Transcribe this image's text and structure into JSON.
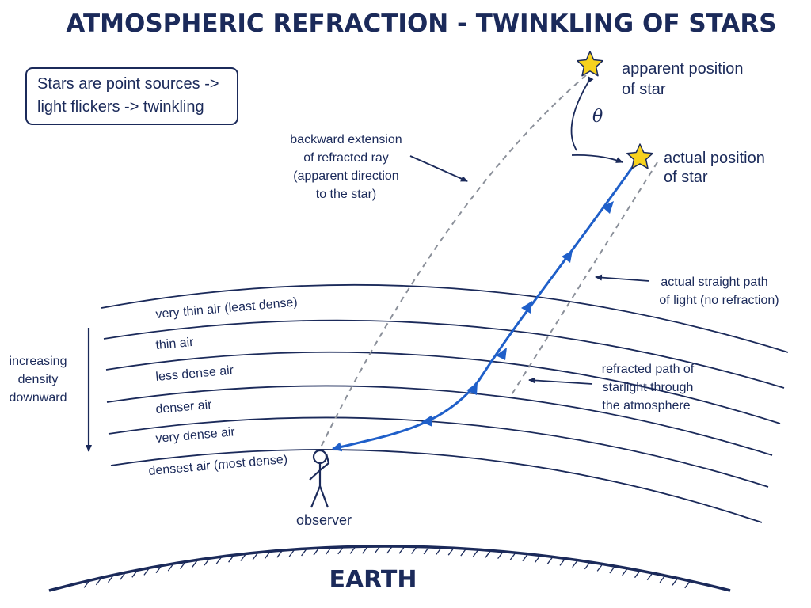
{
  "title": "ATMOSPHERIC REFRACTION - TWINKLING OF STARS",
  "note": {
    "line1": "Stars are point sources ->",
    "line2": "light flickers -> twinkling"
  },
  "stars": {
    "apparent": {
      "line1": "apparent position",
      "line2": "of star",
      "icon": "star-icon",
      "color": "#f7d21e"
    },
    "actual": {
      "line1": "actual position",
      "line2": "of star",
      "icon": "star-icon",
      "color": "#f7d21e"
    },
    "angle_symbol": "θ"
  },
  "annotations": {
    "backward_extension": [
      "backward extension",
      "of refracted ray",
      "(apparent direction",
      "to the star)"
    ],
    "straight_path": [
      "actual straight path",
      "of light (no refraction)"
    ],
    "refracted_path": [
      "refracted path of",
      "starlight through",
      "the atmosphere"
    ],
    "density": [
      "increasing",
      "density",
      "downward"
    ]
  },
  "layers": [
    "very thin air (least dense)",
    "thin air",
    "less dense air",
    "denser air",
    "very dense air",
    "densest air (most dense)"
  ],
  "observer_label": "observer",
  "earth_label": "EARTH",
  "colors": {
    "ink": "#1b2a5a",
    "ray": "#1f5fc9",
    "dashed": "#8a8f99",
    "star": "#f7d21e"
  }
}
